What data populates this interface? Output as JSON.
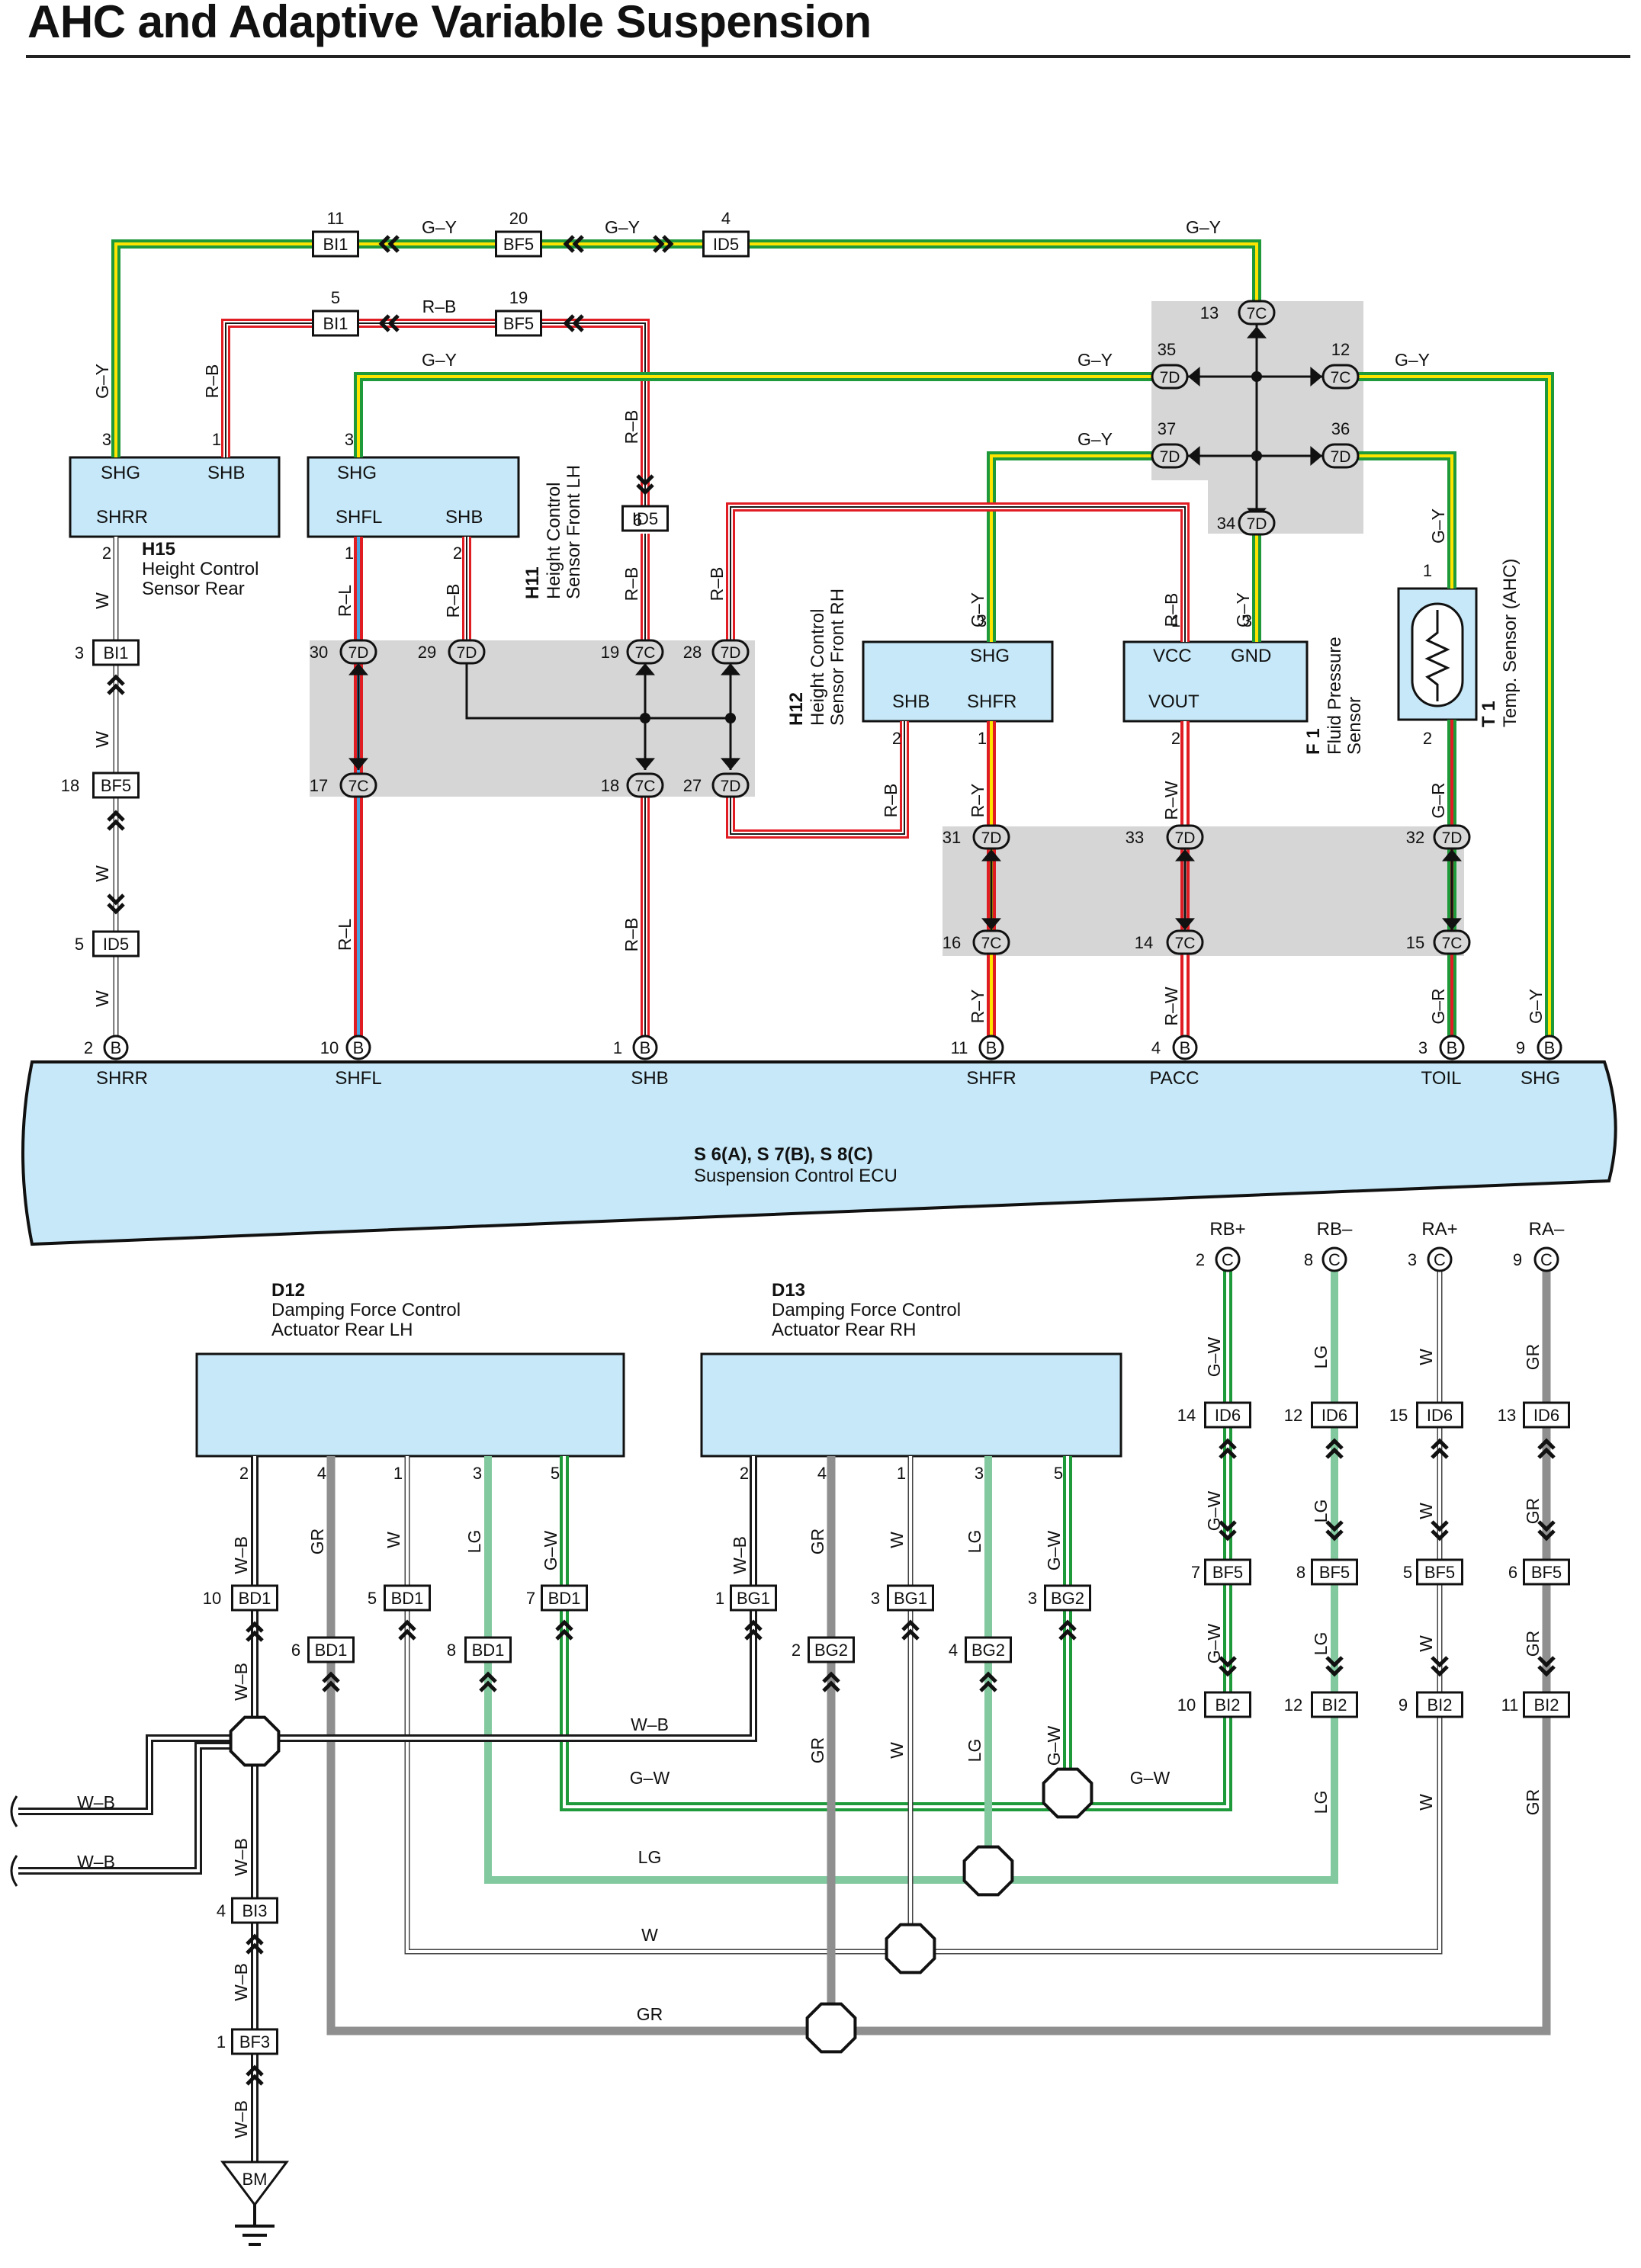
{
  "title": "AHC and Adaptive Variable Suspension",
  "colors": {
    "green": "#1f9a3a",
    "yellow": "#ffe400",
    "red": "#e11d24",
    "white": "#ffffff",
    "black": "#1a1a1a",
    "blue": "#4aa3df",
    "light_green": "#83c9a0",
    "gray": "#8f8f8f",
    "component_fill": "#c6e8f8",
    "junction_fill": "#d6d6d6"
  },
  "components": {
    "h15": {
      "code": "H15",
      "name": [
        "Height Control",
        "Sensor Rear"
      ],
      "pins": [
        "SHG",
        "SHB",
        "SHRR"
      ]
    },
    "h11": {
      "code": "H11",
      "name": [
        "Height Control",
        "Sensor Front LH"
      ],
      "pins": [
        "SHG",
        "SHFL",
        "SHB"
      ]
    },
    "h12": {
      "code": "H12",
      "name": [
        "Height Control",
        "Sensor Front RH"
      ],
      "pins": [
        "SHG",
        "SHB",
        "SHFR"
      ]
    },
    "f1": {
      "code": "F 1",
      "name": [
        "Fluid Pressure",
        "Sensor"
      ],
      "pins": [
        "VCC",
        "GND",
        "VOUT"
      ]
    },
    "t1": {
      "code": "T 1",
      "name": [
        "Temp. Sensor (AHC)"
      ]
    },
    "ecu": {
      "code": "S 6(A), S 7(B), S 8(C)",
      "name": "Suspension Control ECU",
      "pins_top": [
        "SHRR",
        "SHFL",
        "SHB",
        "SHFR",
        "PACC",
        "TOIL",
        "SHG"
      ],
      "pins_bottom": [
        "RB+",
        "RB–",
        "RA+",
        "RA–"
      ]
    },
    "d12": {
      "code": "D12",
      "name": [
        "Damping Force Control",
        "Actuator Rear LH"
      ]
    },
    "d13": {
      "code": "D13",
      "name": [
        "Damping Force Control",
        "Actuator Rear RH"
      ]
    },
    "ground": "BM"
  },
  "connectors": [
    "BI1",
    "BF5",
    "ID5",
    "7C",
    "7D",
    "B",
    "C",
    "ID6",
    "BI2",
    "BD1",
    "BG1",
    "BG2",
    "BI3",
    "BF3"
  ],
  "pin_numbers": [
    "1",
    "2",
    "3",
    "4",
    "5",
    "6",
    "7",
    "8",
    "9",
    "10",
    "11",
    "12",
    "13",
    "14",
    "15",
    "16",
    "17",
    "18",
    "19",
    "20",
    "27",
    "28",
    "29",
    "30",
    "31",
    "32",
    "33",
    "34",
    "35",
    "36",
    "37"
  ],
  "wire_labels": [
    "G–Y",
    "R–B",
    "W",
    "R–L",
    "R–Y",
    "R–W",
    "G–R",
    "G–W",
    "LG",
    "GR",
    "W–B"
  ]
}
